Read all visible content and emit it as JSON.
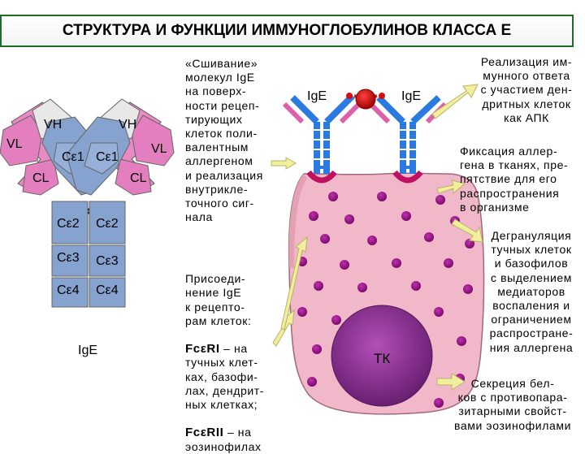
{
  "title": "СТРУКТУРА И ФУНКЦИИ ИММУНОГЛОБУЛИНОВ КЛАССА Е",
  "antibody": {
    "domains": {
      "vh": "VH",
      "vl": "VL",
      "ce1": "Cε1",
      "cl": "CL",
      "ce2": "Cε2",
      "ce3": "Cε3",
      "ce4": "Cε4"
    },
    "label": "IgE"
  },
  "middle": {
    "crosslinking": "«Сшивание»\nмолекул IgE\nна поверх-\nности рецеп-\nтирующих\nклеток поли-\nвалентным\nаллергеном\nи реализация\nвнутрикле-\nточного сиг-\nнала",
    "attachment_intro": "Присоеди-\nнение IgE\nк рецепто-\nрам клеток:",
    "fceri": "FcεRI",
    "fceri_text": " – на\nтучных клет-\nках, базофи-\nлах, дендрит-\nных клетках;",
    "fceri2": "FcεRII",
    "fceri2_text": " – на\nэозинофилах"
  },
  "cell": {
    "ige_left": "IgE",
    "ige_right": "IgE",
    "nucleus": "ТК"
  },
  "right": {
    "implementation": "Реализация им-\nмунного ответа\nс участием ден-\nдритных клеток\nкак АПК",
    "fixation": "Фиксация аллер-\nгена в тканях, пре-\nпятствие для его\nраспространения\nв организме",
    "degranulation": "Дегрануляция\nтучных клеток\nи базофилов\nс выделением\nмедиаторов\nвоспаления и\nограничением\nраспростране-\nния аллергена",
    "secretion": "Секреция бел-\nков с противопара-\nзитарными свойст-\nвами эозинофилами"
  },
  "colors": {
    "heavy": "#7d9bc8",
    "light": "#e060a8",
    "cell": "#f0b8c8",
    "nucleus": "#8a2f8e",
    "granule": "#9a148a",
    "receptor": "#2a7ae0",
    "allergen": "#d01010",
    "title_border": "#1f6a2c",
    "arrow": "#f2ef9c"
  }
}
